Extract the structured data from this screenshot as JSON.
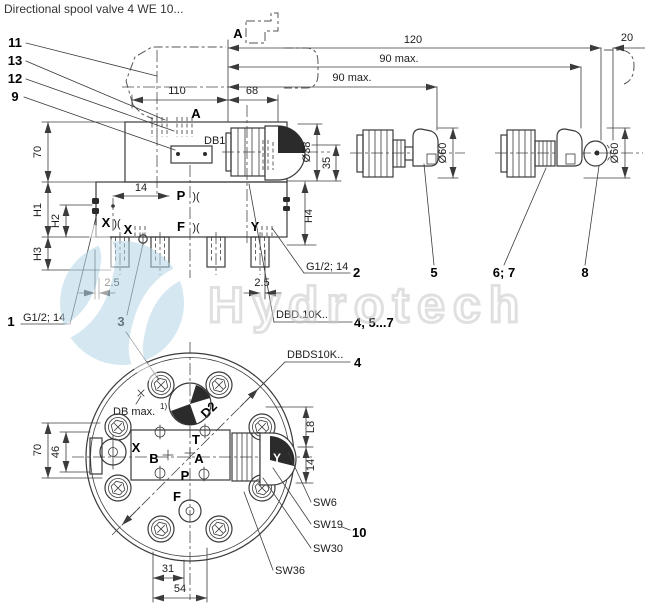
{
  "title": "Directional spool valve 4 WE 10...",
  "colors": {
    "line": "#3b3b3b",
    "watermark_blue": "#b3d7e8",
    "watermark_text": "#c7c7c7"
  },
  "watermark": {
    "text": "Hydrotech"
  },
  "side_view": {
    "callout_11": "11",
    "callout_13": "13",
    "callout_12": "12",
    "callout_9": "9",
    "label_a_top": "A",
    "label_a_block": "A",
    "label_db1": "DB1",
    "dim_120": "120",
    "dim_20": "20",
    "dim_90_upper": "90 max.",
    "dim_90_lower": "90 max.",
    "dim_110": "110",
    "dim_68": "68",
    "dim_70": "70",
    "dim_14": "14",
    "dim_h1": "H1",
    "dim_h2": "H2",
    "dim_h3": "H3",
    "dim_h4": "H4",
    "dim_dia38": "Ø38",
    "dim_35": "35",
    "port_p": "P",
    "port_f": "F",
    "port_x1": "X",
    "port_x2": "X",
    "port_y": "Y",
    "seal_p": ")(",
    "seal_f": ")(",
    "seal_x": ")(",
    "dim_25_left": "2.5",
    "dim_25_right": "2.5",
    "callout_1": "1",
    "thread_left": "G1/2; 14",
    "callout_3": "3",
    "thread_right": "G1/2; 14",
    "callout_2": "2",
    "type_dbd": "DBD.10K..",
    "callout_457": "4, 5...7",
    "callout_5": "5",
    "callout_67": "6; 7",
    "callout_8": "8",
    "dim_dia60_left": "Ø60",
    "dim_dia60_right": "Ø60"
  },
  "flange_view": {
    "type_dbds": "DBDS10K..",
    "callout_4": "4",
    "label_db_max": "DB max.",
    "label_db_max_note": "1)",
    "label_d2": "D2",
    "port_x": "X",
    "port_b": "B",
    "port_t": "T",
    "port_a": "A",
    "port_p": "P",
    "port_f": "F",
    "port_y": "Y",
    "dim_70": "70",
    "dim_46": "46",
    "dim_l8": "L8",
    "dim_14": "14",
    "dim_31": "31",
    "dim_54": "54",
    "sw6": "SW6",
    "sw19": "SW19",
    "callout_10": "10",
    "sw30": "SW30",
    "sw36": "SW36"
  }
}
